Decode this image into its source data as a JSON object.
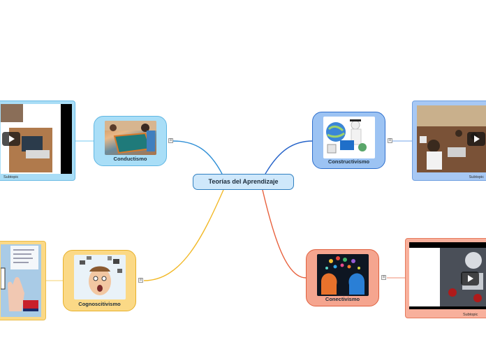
{
  "central": {
    "title": "Teorías del Aprendizaje"
  },
  "topics": {
    "conductismo": {
      "label": "Conductismo",
      "image": "classroom-tablet-photo",
      "color": "#8fd3f4"
    },
    "constructivismo": {
      "label": "Constructivismo",
      "image": "globe-computer-figure",
      "color": "#5f9de6"
    },
    "cognoscitivismo": {
      "label": "Cognoscitivismo",
      "image": "surprised-boy-photo",
      "color": "#f7cf6a"
    },
    "conectivismo": {
      "label": "Conectivismo",
      "image": "network-heads-illustration",
      "color": "#f0937a"
    }
  },
  "subtopics": {
    "conductismo": {
      "label": "Subtopic",
      "media": "video-thumbnail"
    },
    "constructivismo": {
      "label": "Subtopic",
      "media": "video-thumbnail"
    },
    "cognoscitivismo": {
      "label": "",
      "media": "image-thumbnail"
    },
    "conectivismo": {
      "label": "Subtopic",
      "media": "video-thumbnail"
    }
  },
  "icons": {
    "toggle": "collapse-toggle-icon",
    "play": "play-icon"
  },
  "colors": {
    "blue_line": "#2f8fd6",
    "dark_blue_line": "#2563c9",
    "yellow_line": "#f2b928",
    "orange_line": "#e8603c"
  }
}
